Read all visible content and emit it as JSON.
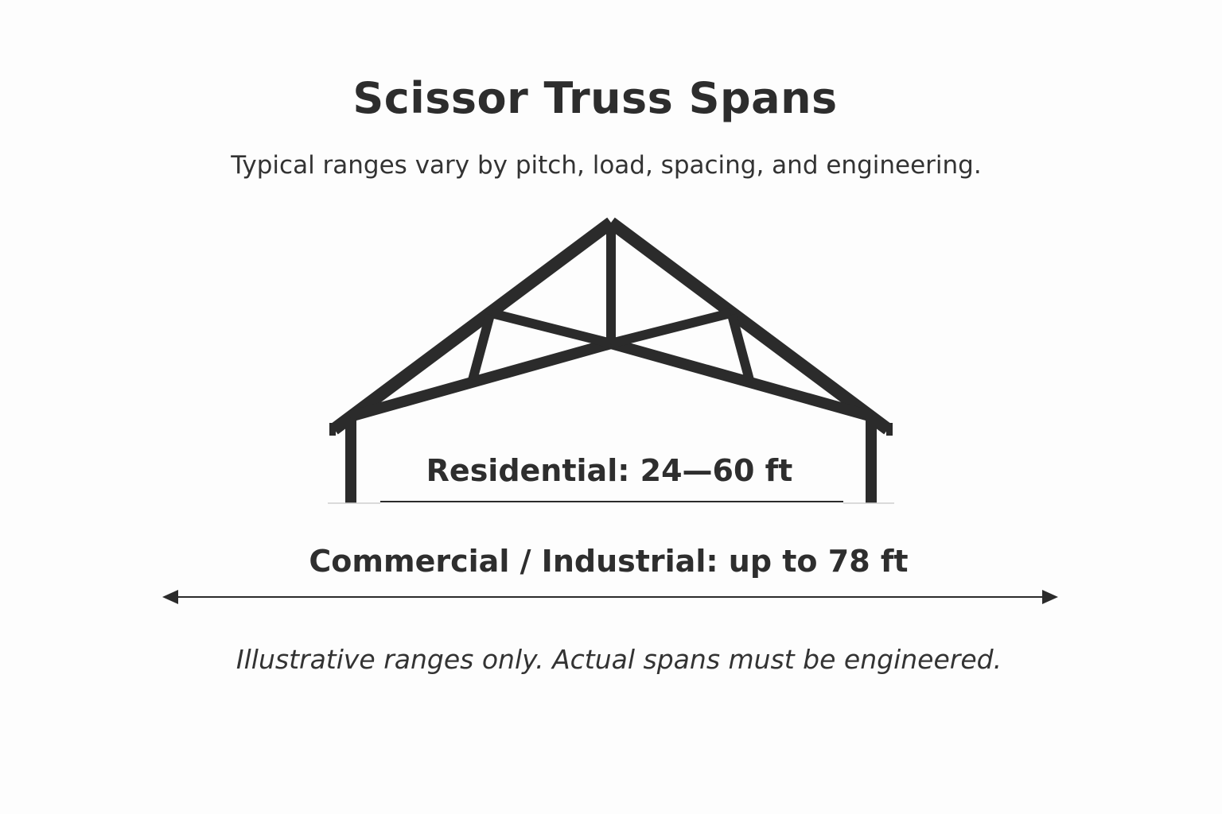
{
  "header": {
    "title": "Scissor Truss Spans",
    "subtitle": "Typical ranges vary by pitch, load, spacing, and engineering."
  },
  "spans": {
    "residential": "Residential: 24—60 ft",
    "commercial": "Commercial / Industrial: up to 78 ft"
  },
  "footer": {
    "note": "Illustrative ranges only. Actual spans must be engineered."
  },
  "colors": {
    "truss": "#2b2b2b",
    "text": "#2e2e2e",
    "background": "#fdfdfd"
  }
}
